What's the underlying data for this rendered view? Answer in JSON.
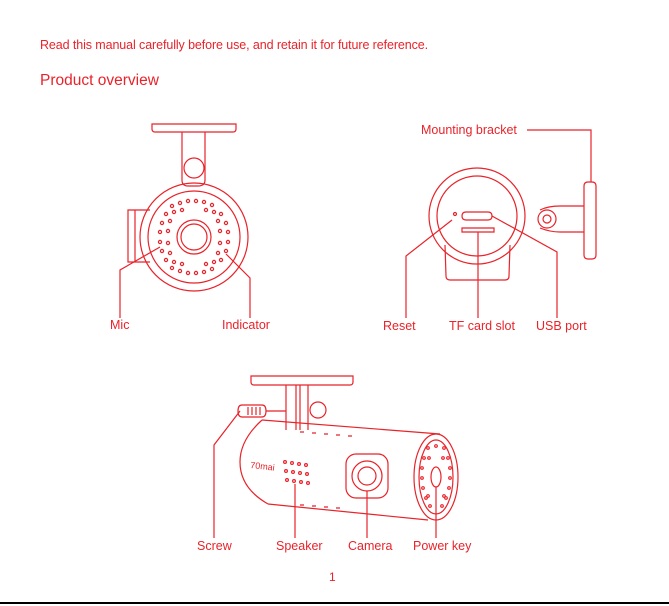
{
  "intro": "Read this manual carefully before use, and retain it for future reference.",
  "heading": "Product overview",
  "brand": "70mai",
  "colors": {
    "accent": "#e8232a",
    "rule": "#000000"
  },
  "labels": {
    "mic": "Mic",
    "indicator": "Indicator",
    "mounting_bracket": "Mounting bracket",
    "reset": "Reset",
    "tf_card_slot": "TF card slot",
    "usb_port": "USB port",
    "screw": "Screw",
    "speaker": "Speaker",
    "camera": "Camera",
    "power_key": "Power key"
  },
  "page_number": "1"
}
